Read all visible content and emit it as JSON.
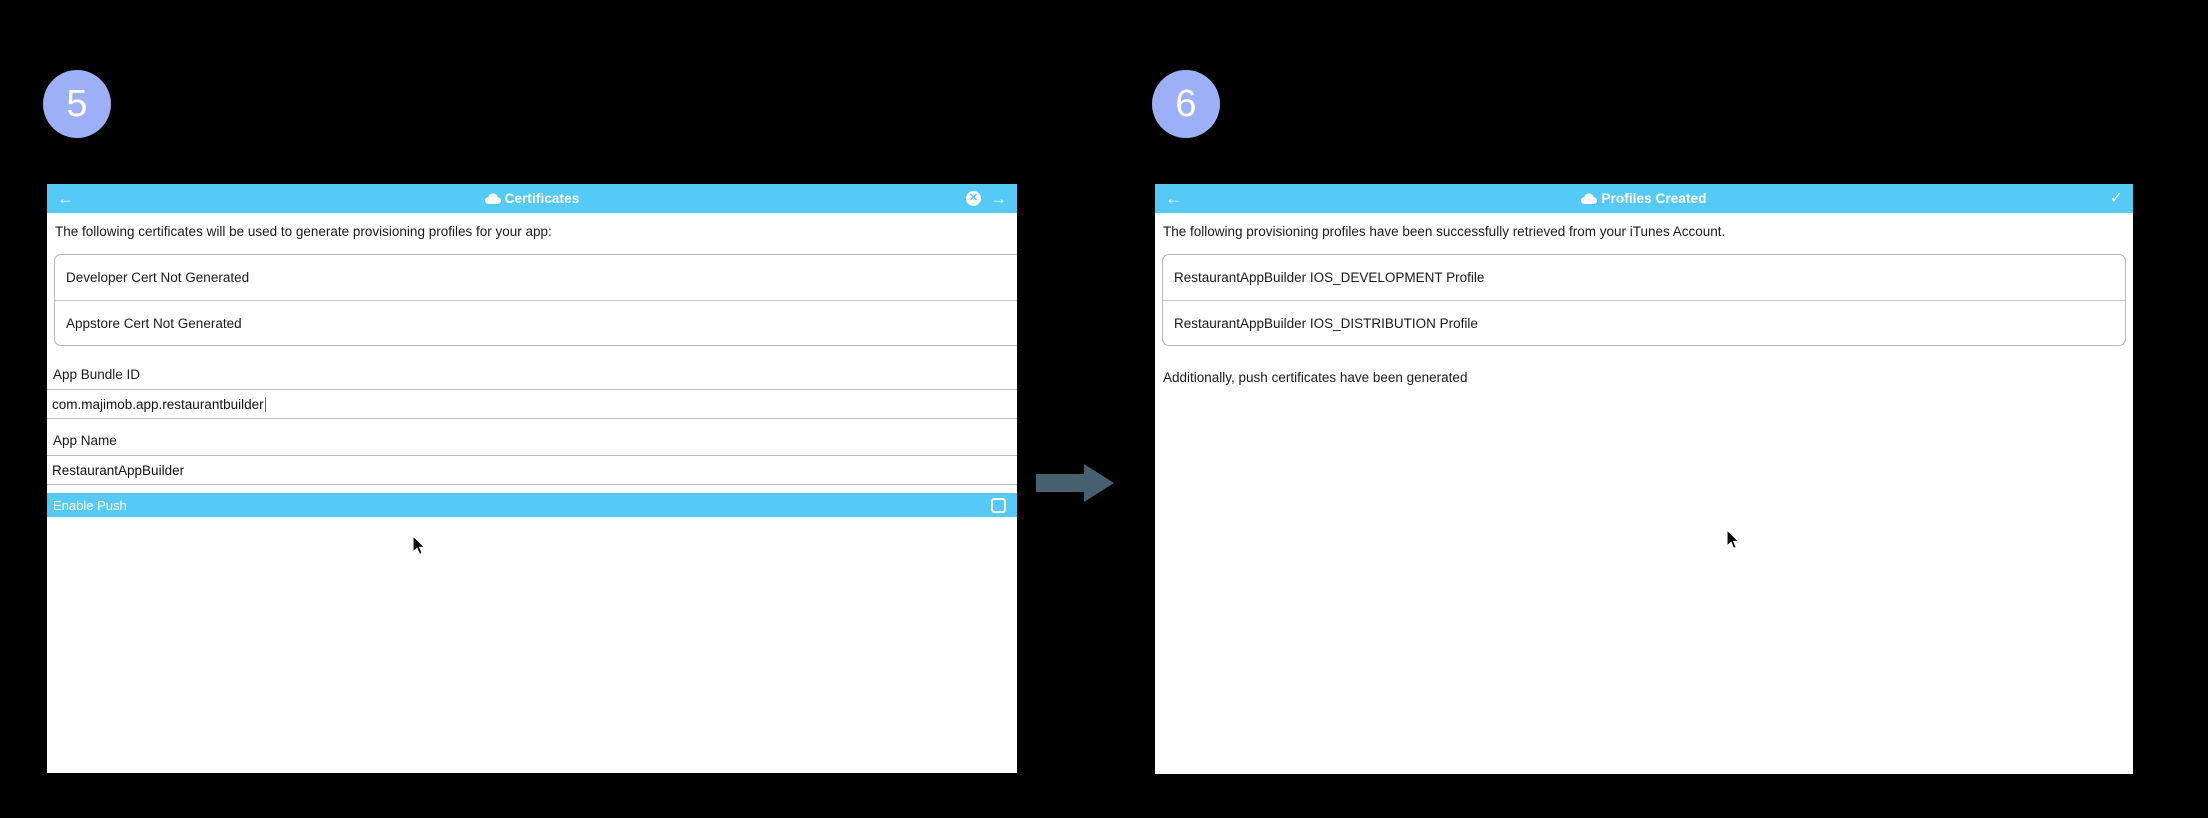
{
  "theme": {
    "background": "#000000",
    "badge_color": "#9db0f7",
    "titlebar_color": "#55caf7",
    "arrow_color": "#46606f",
    "panel_background": "#ffffff",
    "highlight_row_color": "#55caf7",
    "caret_color": "#2a6fd6"
  },
  "steps": [
    {
      "number": "5",
      "panel": {
        "titlebar": {
          "back_icon": "back-arrow-icon",
          "cloud_icon": "cloud-icon",
          "title": "Certificates",
          "close_icon": "close-circle-icon",
          "close_glyph": "✕",
          "forward_icon": "forward-arrow-icon",
          "forward_glyph": "→",
          "back_glyph": "←"
        },
        "intro_text": "The following certificates will be used to generate provisioning profiles for your app:",
        "cert_list": [
          "Developer Cert Not Generated",
          "Appstore Cert Not Generated"
        ],
        "fields": [
          {
            "label": "App Bundle ID",
            "value": "com.majimob.app.restaurantbuilder",
            "has_caret": true
          },
          {
            "label": "App Name",
            "value": "RestaurantAppBuilder",
            "has_caret": false
          }
        ],
        "push_row": {
          "label": "Enable Push",
          "checkbox_name": "enable-push-checkbox",
          "checked": false
        }
      }
    },
    {
      "number": "6",
      "panel": {
        "titlebar": {
          "back_icon": "back-arrow-icon",
          "cloud_icon": "cloud-icon",
          "title": "Profiles Created",
          "confirm_icon": "checkmark-icon",
          "confirm_glyph": "✓",
          "back_glyph": "←"
        },
        "intro_text": "The following provisioning profiles have been successfully retrieved from your iTunes Account.",
        "profile_list": [
          "RestaurantAppBuilder IOS_DEVELOPMENT Profile",
          "RestaurantAppBuilder IOS_DISTRIBUTION Profile"
        ],
        "note_text": "Additionally, push certificates have been generated"
      }
    }
  ],
  "flow": {
    "arrow_icon": "right-arrow-icon"
  },
  "cursors": [
    {
      "name": "mouse-cursor-left"
    },
    {
      "name": "mouse-cursor-right"
    }
  ]
}
